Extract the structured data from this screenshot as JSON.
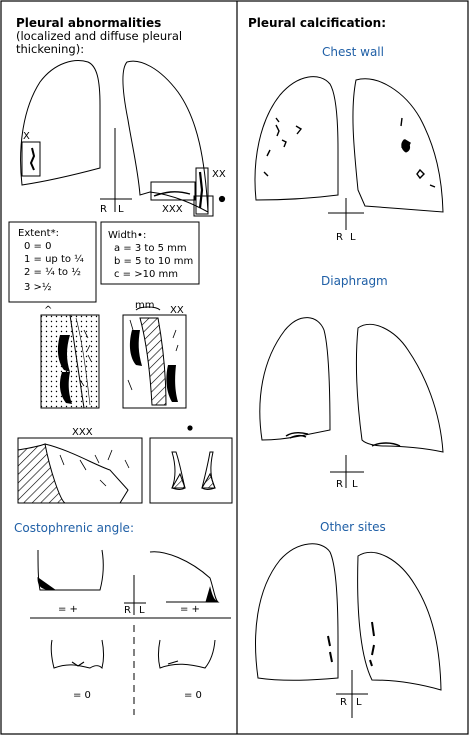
{
  "left_panel": {
    "title": "Pleural abnormalities",
    "subtitle_line1": "(localized and diffuse pleural",
    "subtitle_line2": "thickening):",
    "marker_x": "X",
    "marker_xx": "XX",
    "marker_xxx": "XXX",
    "marker_dot": "•",
    "side_r": "R",
    "side_l": "L",
    "extent_box": {
      "heading": "Extent*:",
      "line1": "0 = 0",
      "line2": "1 = up to ¼",
      "line3": "2 = ¼ to ½",
      "line4": "3 >½"
    },
    "width_box": {
      "heading": "Width•:",
      "line1": "a = 3 to 5 mm",
      "line2": "b = 5 to 10 mm",
      "line3": "c = >10 mm"
    },
    "detail_caret": "^",
    "detail_mm": "mm",
    "detail_xx": "XX",
    "detail_xxx": "XXX",
    "detail_dot": "•",
    "costophrenic_title": "Costophrenic angle:",
    "cp_plus_left": "= +",
    "cp_plus_right": "= +",
    "cp_zero_left": "= 0",
    "cp_zero_right": "= 0"
  },
  "right_panel": {
    "title": "Pleural calcification:",
    "chest_wall": "Chest wall",
    "diaphragm": "Diaphragm",
    "other_sites": "Other sites"
  },
  "accent_color": "#1f5fa6"
}
